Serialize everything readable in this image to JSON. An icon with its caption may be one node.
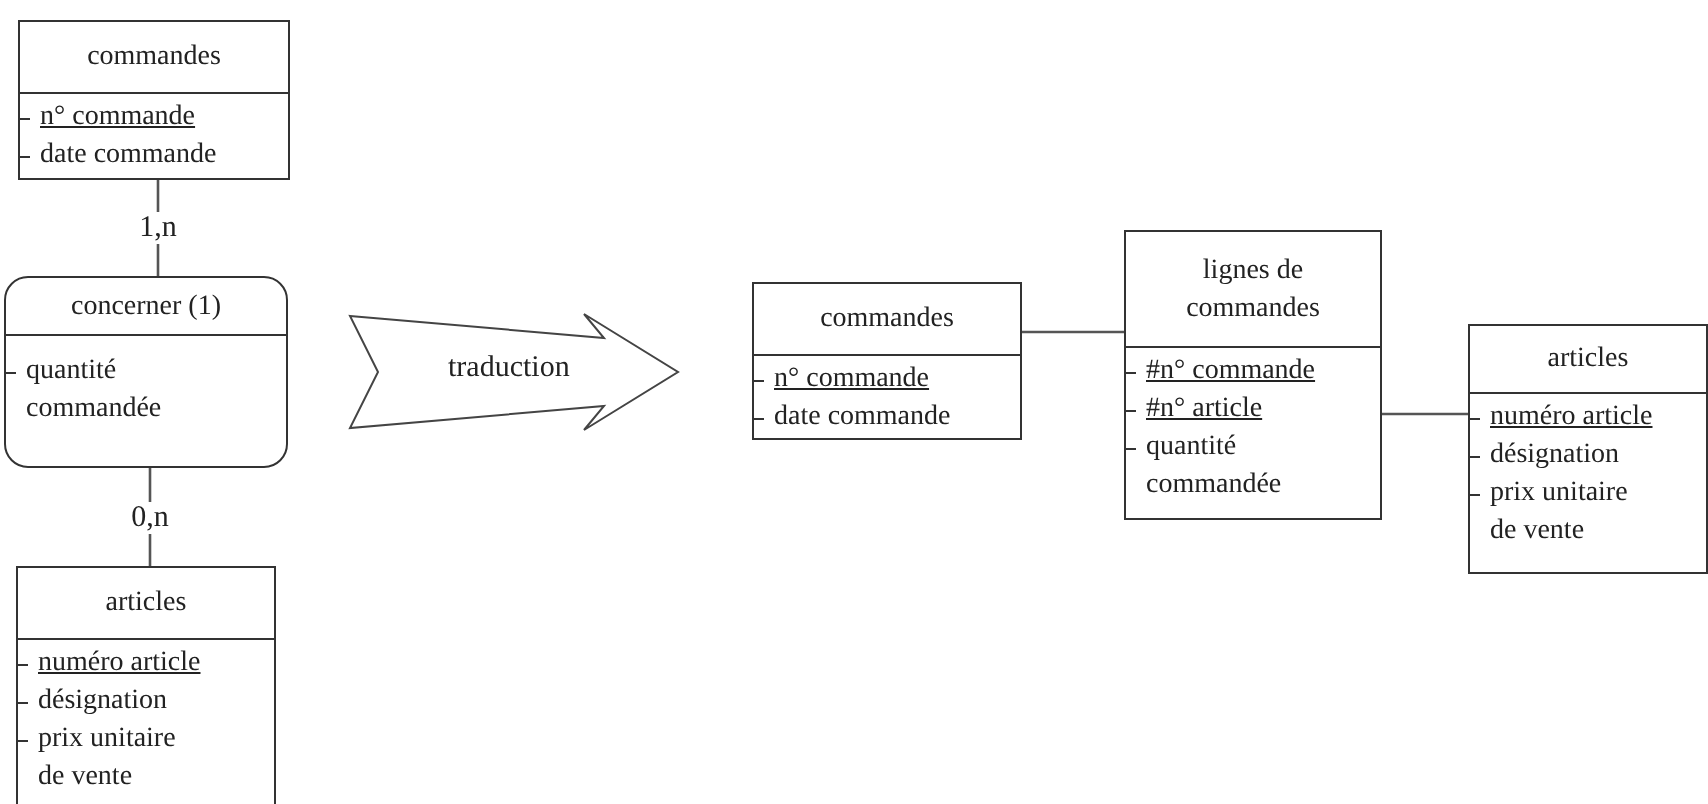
{
  "diagram": {
    "nodes": [
      {
        "text": [
          "commandes",
          "n° commande",
          "date commande"
        ]
      },
      {
        "text": [
          "concerner (1)",
          "quantité commandée"
        ]
      },
      {
        "text": [
          "articles",
          "numéro article",
          "désignation",
          "prix unitaire de vente"
        ]
      },
      {
        "text": [
          "commandes",
          "n° commande",
          "date commande"
        ]
      },
      {
        "text": [
          "lignes de commandes",
          "#n° commande",
          "#n° article",
          "quantité commandée"
        ]
      },
      {
        "text": [
          "articles",
          "numéro article",
          "désignation",
          "prix unitaire de vente"
        ]
      }
    ],
    "edges": [
      {
        "from": 0,
        "to": 1,
        "arrow": "none",
        "label": "1,n"
      },
      {
        "from": 1,
        "to": 2,
        "arrow": "none",
        "label": "0,n"
      },
      {
        "from": 1,
        "to": 3,
        "arrow": "to",
        "label": "traduction",
        "style": "thick"
      },
      {
        "from": 3,
        "to": 4,
        "arrow": "none"
      },
      {
        "from": 4,
        "to": 5,
        "arrow": "none"
      }
    ]
  }
}
